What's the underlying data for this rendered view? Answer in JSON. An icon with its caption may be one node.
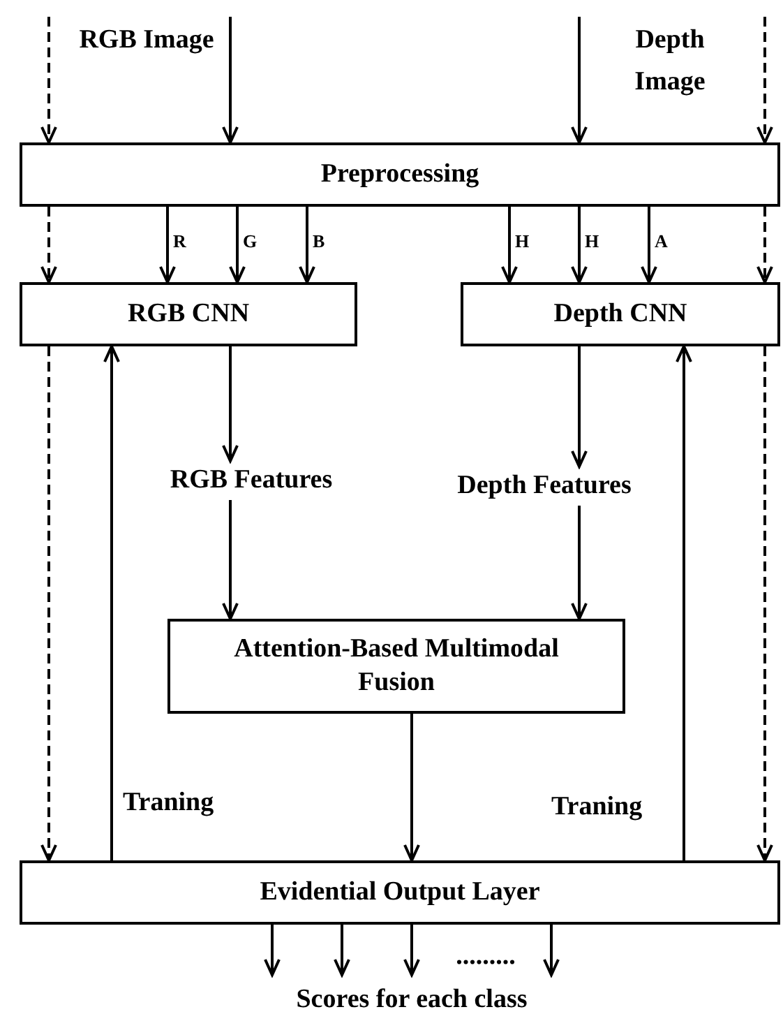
{
  "diagram": {
    "nodes": [
      {
        "text": [
          "Preprocessing"
        ]
      },
      {
        "text": [
          "RGB CNN"
        ]
      },
      {
        "text": [
          "Depth CNN"
        ]
      },
      {
        "text": [
          "RGB Features"
        ]
      },
      {
        "text": [
          "Depth Features"
        ]
      },
      {
        "text": [
          "Attention-Based Multimodal Fusion"
        ]
      },
      {
        "text": [
          "Evidential Output Layer"
        ]
      },
      {
        "text": [
          "Scores for each class"
        ]
      }
    ],
    "edges": [
      {
        "from": null,
        "to": 0,
        "arrow": "to",
        "style": "dashed"
      },
      {
        "from": null,
        "to": 0,
        "arrow": "to"
      },
      {
        "from": null,
        "to": 0,
        "arrow": "to"
      },
      {
        "from": null,
        "to": 0,
        "arrow": "to",
        "style": "dashed"
      },
      {
        "from": 0,
        "to": 1,
        "arrow": "to",
        "style": "dashed"
      },
      {
        "from": 0,
        "to": 1,
        "arrow": "to",
        "label": "R"
      },
      {
        "from": 0,
        "to": 1,
        "arrow": "to",
        "label": "G"
      },
      {
        "from": 0,
        "to": 1,
        "arrow": "to",
        "label": "B"
      },
      {
        "from": 0,
        "to": 2,
        "arrow": "to",
        "label": "H"
      },
      {
        "from": 0,
        "to": 2,
        "arrow": "to",
        "label": "H"
      },
      {
        "from": 0,
        "to": 2,
        "arrow": "to",
        "label": "A"
      },
      {
        "from": 0,
        "to": 2,
        "arrow": "to",
        "style": "dashed"
      },
      {
        "from": 1,
        "to": 3,
        "arrow": "to"
      },
      {
        "from": 2,
        "to": 4,
        "arrow": "to"
      },
      {
        "from": 3,
        "to": 5,
        "arrow": "to"
      },
      {
        "from": 4,
        "to": 5,
        "arrow": "to"
      },
      {
        "from": 5,
        "to": 6,
        "arrow": "to"
      },
      {
        "from": 1,
        "to": 6,
        "arrow": "to",
        "style": "dashed"
      },
      {
        "from": 6,
        "to": 1,
        "arrow": "to",
        "label": "Traning"
      },
      {
        "from": 6,
        "to": 2,
        "arrow": "to",
        "label": "Traning"
      },
      {
        "from": 2,
        "to": 6,
        "arrow": "to",
        "style": "dashed"
      },
      {
        "from": 6,
        "to": 7,
        "arrow": "to"
      },
      {
        "from": 6,
        "to": 7,
        "arrow": "to"
      },
      {
        "from": 6,
        "to": 7,
        "arrow": "to"
      },
      {
        "from": 6,
        "to": 7,
        "arrow": "to"
      }
    ],
    "labels": [
      "RGB Image",
      "Depth Image",
      "........."
    ]
  }
}
